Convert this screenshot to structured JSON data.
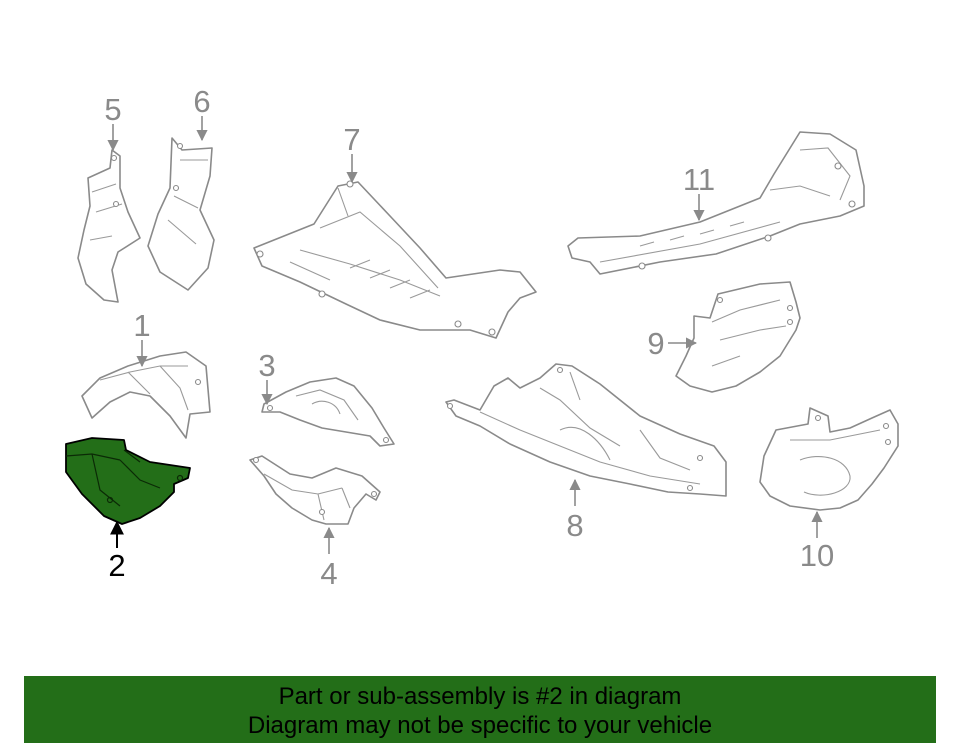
{
  "diagram": {
    "callouts": [
      {
        "id": "1",
        "label": "1"
      },
      {
        "id": "2",
        "label": "2"
      },
      {
        "id": "3",
        "label": "3"
      },
      {
        "id": "4",
        "label": "4"
      },
      {
        "id": "5",
        "label": "5"
      },
      {
        "id": "6",
        "label": "6"
      },
      {
        "id": "7",
        "label": "7"
      },
      {
        "id": "8",
        "label": "8"
      },
      {
        "id": "9",
        "label": "9"
      },
      {
        "id": "10",
        "label": "10"
      },
      {
        "id": "11",
        "label": "11"
      }
    ],
    "highlighted_part": "2",
    "highlight_color": "#236e18"
  },
  "banner": {
    "line1": "Part or sub-assembly is #2 in diagram",
    "line2": "Diagram may not be specific to your vehicle",
    "background": "#236e18"
  }
}
